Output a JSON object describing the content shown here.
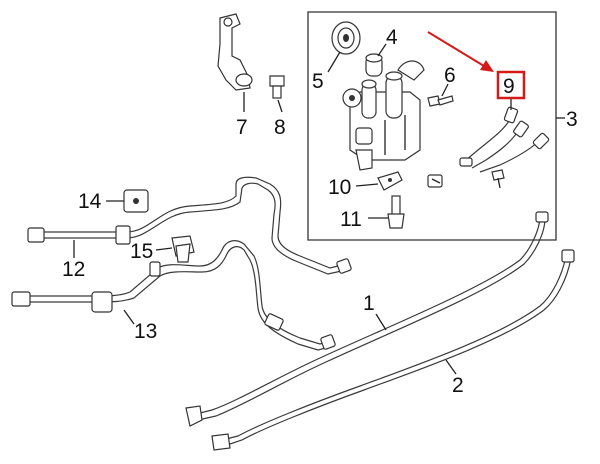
{
  "colors": {
    "highlight": "#d61a1a",
    "ink": "#222222",
    "background": "#ffffff"
  },
  "callouts": {
    "c1": "1",
    "c2": "2",
    "c3": "3",
    "c4": "4",
    "c5": "5",
    "c6": "6",
    "c7": "7",
    "c8": "8",
    "c9": "9",
    "c10": "10",
    "c11": "11",
    "c12": "12",
    "c13": "13",
    "c14": "14",
    "c15": "15"
  },
  "highlighted_callout": "9"
}
